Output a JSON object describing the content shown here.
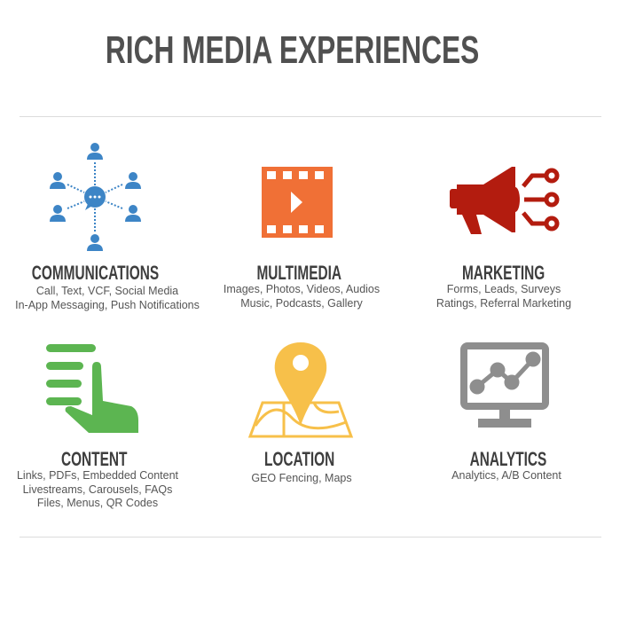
{
  "title": "RICH MEDIA EXPERIENCES",
  "features": [
    {
      "heading": "COMMUNICATIONS",
      "icon": "people-network-icon",
      "color": "#3d85c6",
      "lines": [
        "Call, Text, VCF, Social Media",
        "In-App Messaging, Push Notifications"
      ]
    },
    {
      "heading": "MULTIMEDIA",
      "icon": "film-play-icon",
      "color": "#f07036",
      "lines": [
        "Images, Photos, Videos, Audios",
        "Music, Podcasts, Gallery"
      ]
    },
    {
      "heading": "MARKETING",
      "icon": "megaphone-icon",
      "color": "#b31c0f",
      "lines": [
        "Forms, Leads, Surveys",
        "Ratings, Referral Marketing"
      ]
    },
    {
      "heading": "CONTENT",
      "icon": "hand-list-icon",
      "color": "#5cb551",
      "lines": [
        "Links, PDFs, Embedded Content",
        "Livestreams, Carousels, FAQs",
        "Files, Menus, QR Codes"
      ]
    },
    {
      "heading": "LOCATION",
      "icon": "map-pin-icon",
      "color": "#f7c04a",
      "lines": [
        "GEO Fencing, Maps"
      ]
    },
    {
      "heading": "ANALYTICS",
      "icon": "monitor-chart-icon",
      "color": "#8e8e8e",
      "lines": [
        "Analytics, A/B Content"
      ]
    }
  ]
}
